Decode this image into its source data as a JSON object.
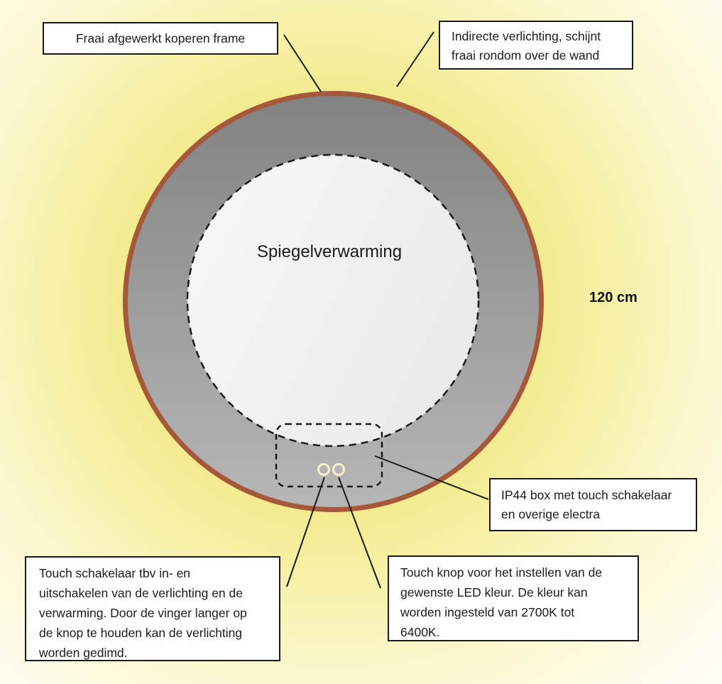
{
  "diagram": {
    "center_label": "Spiegelverwarming",
    "dimension_label": "120 cm",
    "boxes": {
      "frame": {
        "text": "Fraai afgewerkt koperen frame"
      },
      "indirect": {
        "lines": [
          "Indirecte verlichting, schijnt",
          "fraai rondom over de wand"
        ]
      },
      "ip44": {
        "lines": [
          "IP44 box met touch schakelaar",
          "en overige electra"
        ]
      },
      "touch_switch": {
        "lines": [
          "Touch schakelaar tbv in- en",
          "uitschakelen van de verlichting en de",
          "verwarming. Door de vinger langer op",
          "de knop te houden kan de verlichting",
          "worden gedimd."
        ]
      },
      "touch_color": {
        "lines": [
          "Touch knop voor het instellen van de",
          "gewenste LED kleur. De kleur kan",
          "worden ingesteld van 2700K tot",
          "6400K."
        ]
      }
    },
    "colors": {
      "frame_copper": "#a5593a",
      "mirror_top": "#828282",
      "mirror_bottom": "#b7b7b7",
      "heater_light": "#f7f7f7",
      "heater_dark": "#eaeaea",
      "glow_yellow": "#f3ea8c",
      "touch_ring": "#f7f3cb",
      "line": "#1a1a1a"
    }
  }
}
